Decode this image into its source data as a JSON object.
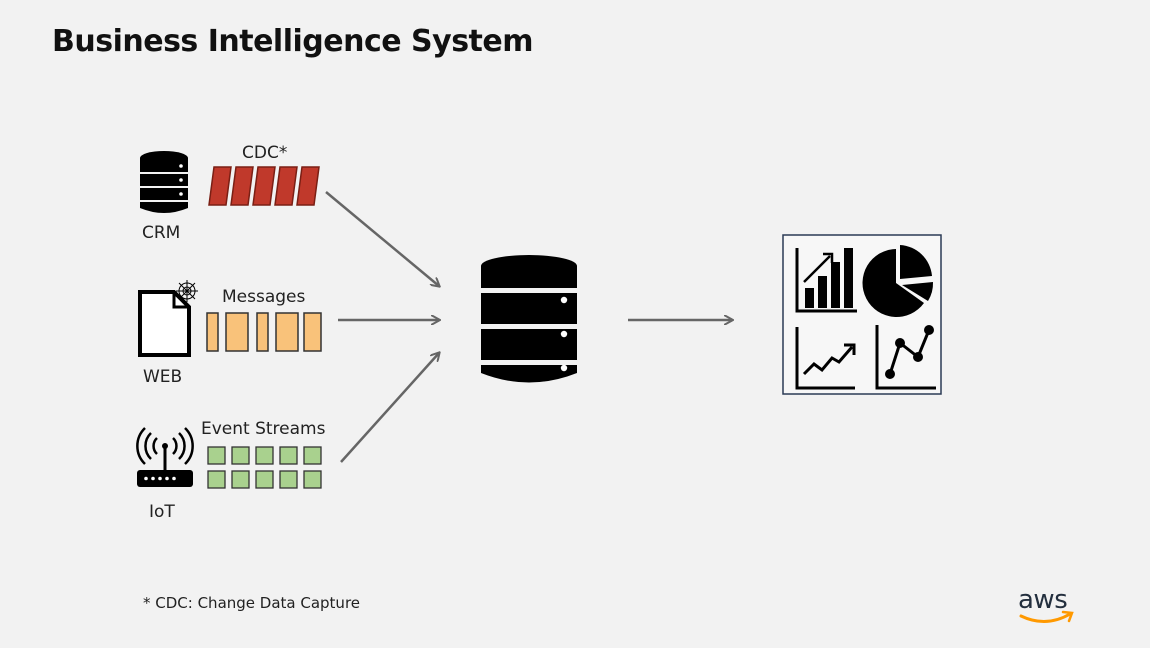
{
  "title": "Business Intelligence System",
  "sources": [
    {
      "label": "CRM",
      "stream_label": "CDC*",
      "icon": "database-icon",
      "stream_color": "#c0392b"
    },
    {
      "label": "WEB",
      "stream_label": "Messages",
      "icon": "web-document-icon",
      "stream_color": "#f9c27a"
    },
    {
      "label": "IoT",
      "stream_label": "Event Streams",
      "icon": "iot-router-icon",
      "stream_color": "#a9d18e"
    }
  ],
  "footnote": "* CDC: Change Data Capture",
  "brand": "aws",
  "colors": {
    "background": "#f2f2f2",
    "cdc": "#c0392b",
    "messages": "#f9c27a",
    "events": "#a9d18e",
    "arrow": "#666666",
    "brand_smile": "#ff9900"
  }
}
